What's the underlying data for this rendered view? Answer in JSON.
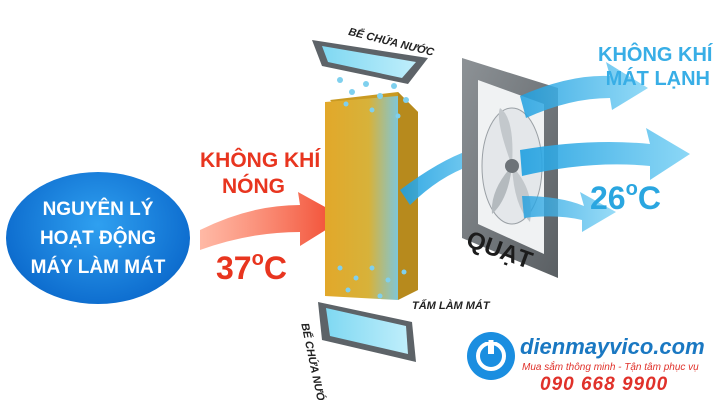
{
  "title": {
    "line1": "NGUYÊN LÝ",
    "line2": "HOẠT ĐỘNG",
    "line3": "MÁY LÀM MÁT"
  },
  "hot_air": {
    "line1": "KHÔNG KHÍ",
    "line2": "NÓNG"
  },
  "hot_temp": {
    "value": "37",
    "unit": "C",
    "degree": "o"
  },
  "cool_air": {
    "line1": "KHÔNG KHÍ",
    "line2": "MÁT LẠNH"
  },
  "cool_temp": {
    "value": "26",
    "unit": "C",
    "degree": "o"
  },
  "water_tank_top": "BỂ CHỨA NƯỚC",
  "water_tank_bottom": "BỂ CHỨA NƯỚC",
  "cooling_pad": "TẤM LÀM MÁT",
  "fan": "QUẠT",
  "brand": {
    "name": "dienmayvico.com",
    "slogan": "Mua sắm thông minh - Tận tâm phục vụ",
    "phone": "090 668 9900"
  },
  "colors": {
    "hot": "#e8351f",
    "cool": "#38aee6",
    "brand_blue": "#1a78c2",
    "pad": "#e6b42c"
  }
}
